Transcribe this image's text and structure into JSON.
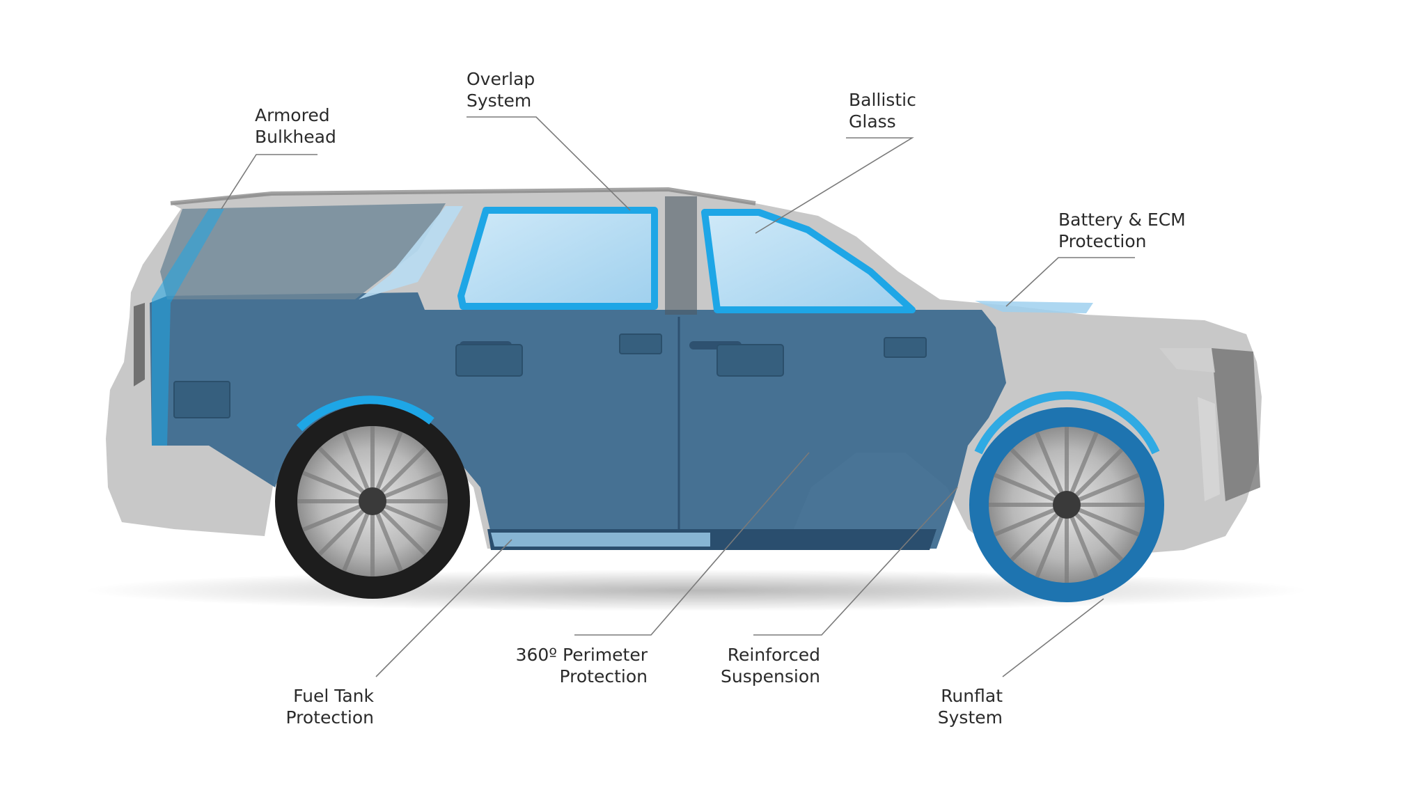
{
  "diagram": {
    "callouts": [
      {
        "id": "armored-bulkhead",
        "lines": [
          "Armored",
          "Bulkhead"
        ]
      },
      {
        "id": "overlap-system",
        "lines": [
          "Overlap",
          "System"
        ]
      },
      {
        "id": "ballistic-glass",
        "lines": [
          "Ballistic",
          "Glass"
        ]
      },
      {
        "id": "battery-ecm-protection",
        "lines": [
          "Battery & ECM",
          "Protection"
        ]
      },
      {
        "id": "fuel-tank-protection",
        "lines": [
          "Fuel Tank",
          "Protection"
        ]
      },
      {
        "id": "perimeter-protection",
        "lines": [
          "360º Perimeter",
          "Protection"
        ]
      },
      {
        "id": "reinforced-suspension",
        "lines": [
          "Reinforced",
          "Suspension"
        ]
      },
      {
        "id": "runflat-system",
        "lines": [
          "Runflat",
          "System"
        ]
      }
    ],
    "colors": {
      "armor_blue": "#3e6c8e",
      "glass_blue": "#b8dcf2",
      "highlight_blue": "#1ea6e6",
      "body_gray": "#8c8c8c",
      "leader_line": "#7a7a7a",
      "label_text": "#2a2a2a"
    }
  }
}
